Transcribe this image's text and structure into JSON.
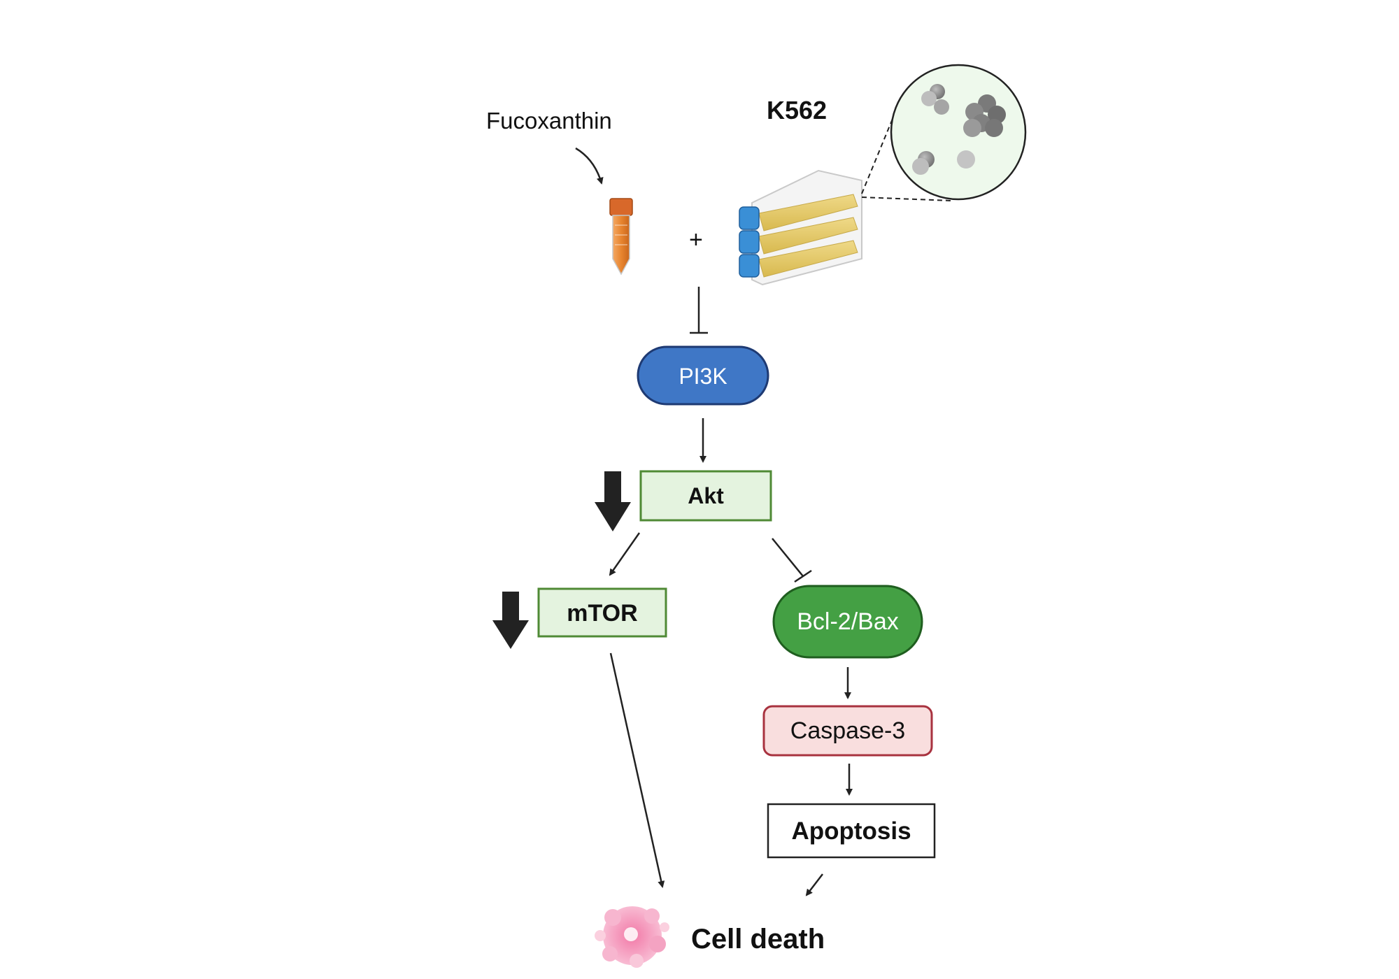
{
  "labels": {
    "fucoxanthin": "Fucoxanthin",
    "k562": "K562",
    "plus": "+",
    "cell_death": "Cell death"
  },
  "nodes": {
    "pi3k": "PI3K",
    "akt": "Akt",
    "mtor": "mTOR",
    "bcl2_bax": "Bcl-2/Bax",
    "caspase3": "Caspase-3",
    "apoptosis": "Apoptosis"
  },
  "colors": {
    "pi3k_fill": "#3f77c6",
    "pi3k_stroke": "#1e3a73",
    "akt_fill": "#e4f3df",
    "akt_stroke": "#4f8a35",
    "bcl_fill": "#44a044",
    "bcl_stroke": "#1f5e1f",
    "caspase_fill": "#f9dede",
    "caspase_stroke": "#a8323f",
    "tube_orange": "#e8852f",
    "flask_yellow": "#e8cf72",
    "cap_blue": "#3a8fd6",
    "circle_fill": "#eef9ec"
  },
  "icons": {
    "regulation_down": "down-arrow-icon",
    "tube": "falcon-tube-icon",
    "flask": "culture-flask-icon",
    "magnifier": "cell-zoom-circle",
    "dead_cell": "dead-cell-icon"
  }
}
